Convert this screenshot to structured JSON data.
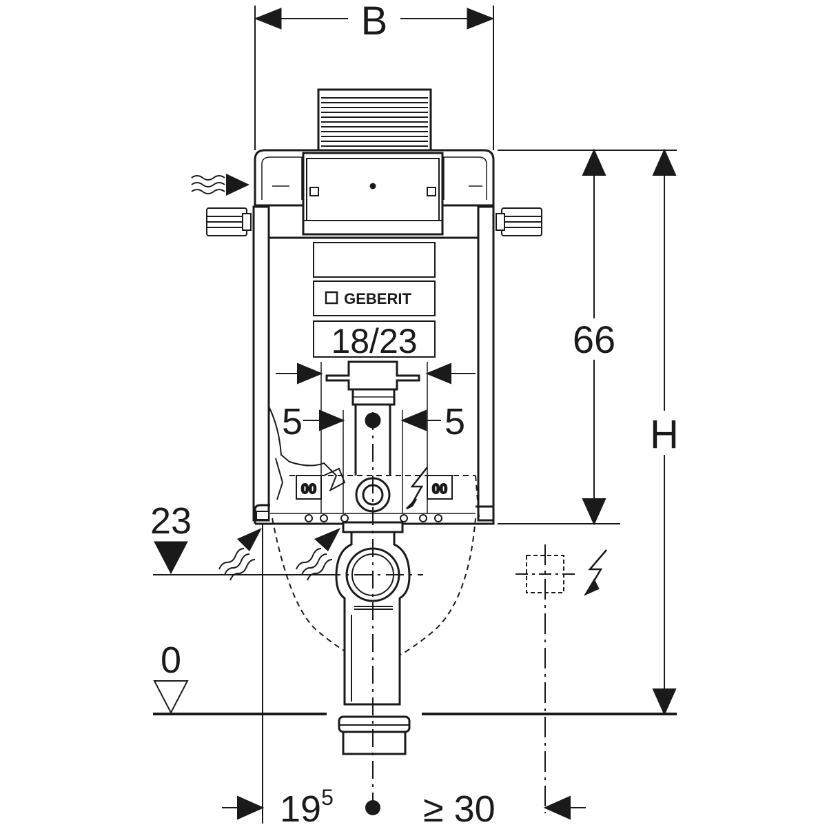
{
  "labels": {
    "width_label": "B",
    "height_66": "66",
    "height_label": "H",
    "size_18_23": "18/23",
    "gap_left": "5",
    "gap_right": "5",
    "level_23": "23",
    "level_0": "0",
    "offset_base": "19",
    "offset_sup": "5",
    "clearance": "≥ 30"
  },
  "brand": {
    "name": "GEBERIT"
  },
  "colors": {
    "line": "#1a1a1a",
    "background": "#ffffff"
  },
  "icons": [
    "water-supply-icon",
    "electrical-icon",
    "floor-level-icon",
    "mounting-bracket-icon"
  ]
}
